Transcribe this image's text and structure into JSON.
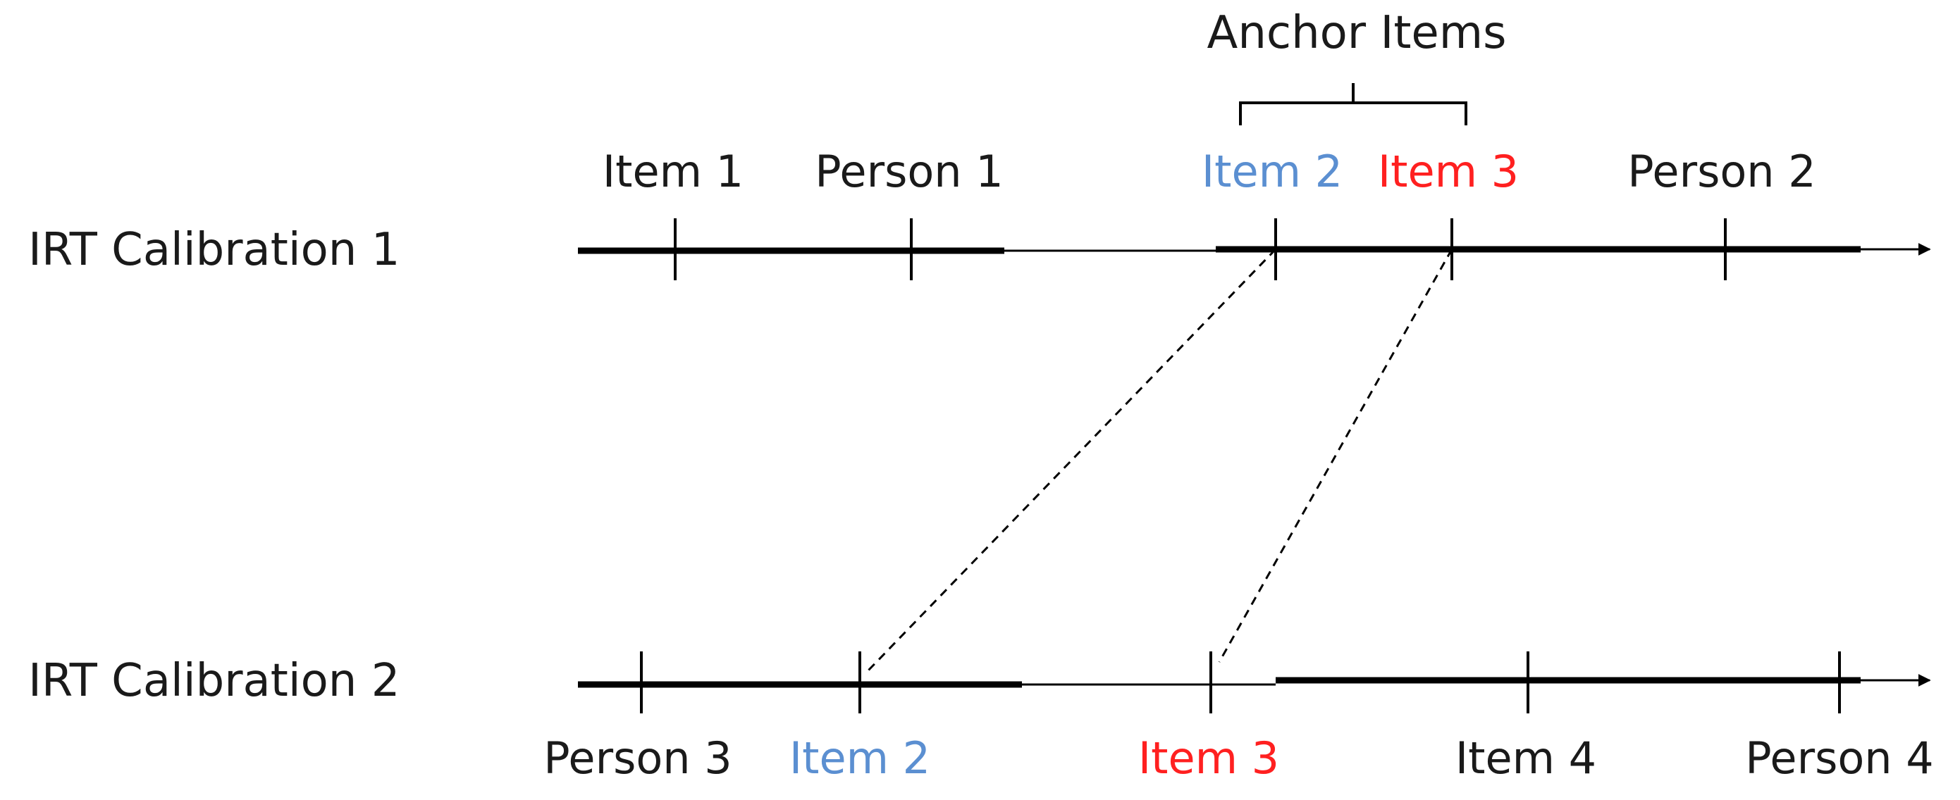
{
  "anchor_group": {
    "title": "Anchor Items"
  },
  "calibrations": [
    {
      "label": "IRT Calibration 1",
      "marks": [
        {
          "key": "item1",
          "label": "Item 1",
          "color": "#1a1a1a"
        },
        {
          "key": "person1",
          "label": "Person 1",
          "color": "#1a1a1a"
        },
        {
          "key": "item2",
          "label": "Item 2",
          "color": "#5b8fd1"
        },
        {
          "key": "item3",
          "label": "Item 3",
          "color": "#ff2020"
        },
        {
          "key": "person2",
          "label": "Person 2",
          "color": "#1a1a1a"
        }
      ]
    },
    {
      "label": "IRT Calibration 2",
      "marks": [
        {
          "key": "person3",
          "label": "Person 3",
          "color": "#1a1a1a"
        },
        {
          "key": "item2",
          "label": "Item 2",
          "color": "#5b8fd1"
        },
        {
          "key": "item3",
          "label": "Item 3",
          "color": "#ff2020"
        },
        {
          "key": "item4",
          "label": "Item 4",
          "color": "#1a1a1a"
        },
        {
          "key": "person4",
          "label": "Person 4",
          "color": "#1a1a1a"
        }
      ]
    }
  ],
  "colors": {
    "text": "#1a1a1a",
    "anchor_item2": "#5b8fd1",
    "anchor_item3": "#ff2020",
    "line": "#000000"
  }
}
